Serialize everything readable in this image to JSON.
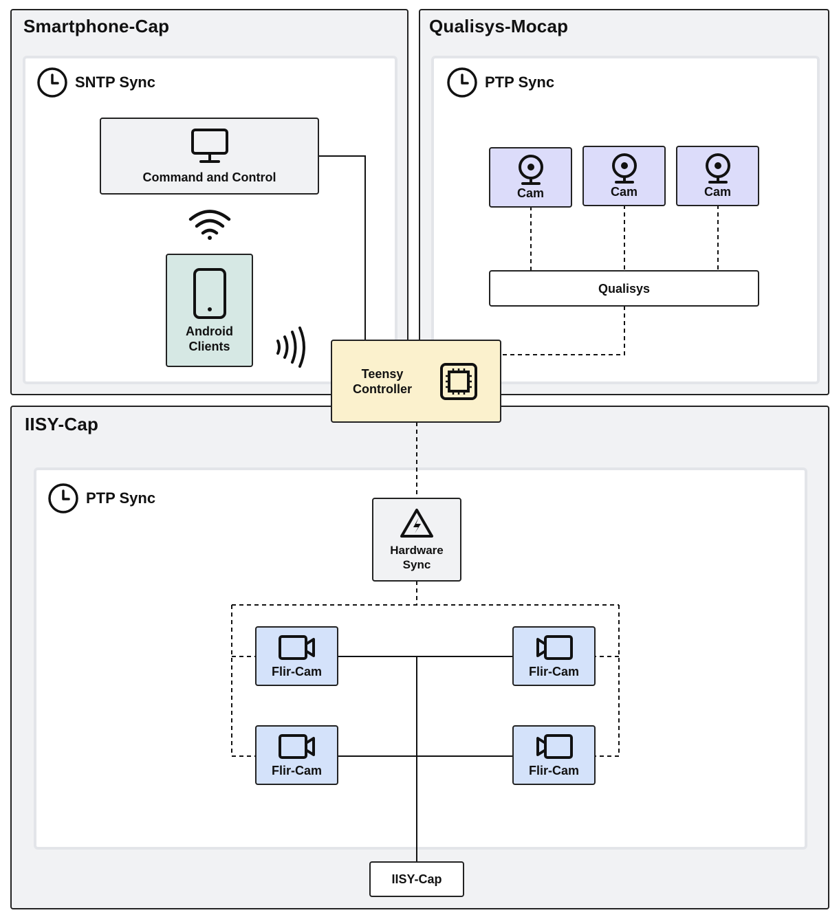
{
  "groups": {
    "smartphone": {
      "title": "Smartphone-Cap",
      "sync": "SNTP Sync"
    },
    "qualisys": {
      "title": "Qualisys-Mocap",
      "sync": "PTP Sync"
    },
    "iisy": {
      "title": "IISY-Cap",
      "sync": "PTP Sync"
    }
  },
  "nodes": {
    "command_control": "Command and Control",
    "android_line1": "Android",
    "android_line2": "Clients",
    "cam1": "Cam",
    "cam2": "Cam",
    "cam3": "Cam",
    "qualisys": "Qualisys",
    "teensy_line1": "Teensy",
    "teensy_line2": "Controller",
    "hardware_line1": "Hardware",
    "hardware_line2": "Sync",
    "flir1": "Flir-Cam",
    "flir2": "Flir-Cam",
    "flir3": "Flir-Cam",
    "flir4": "Flir-Cam",
    "iisy_cap": "IISY-Cap"
  },
  "colors": {
    "group_bg": "#f1f2f4",
    "android": "#d6e8e4",
    "cam": "#dcdcfa",
    "flir": "#d4e2fa",
    "teensy": "#fbf1cd"
  }
}
